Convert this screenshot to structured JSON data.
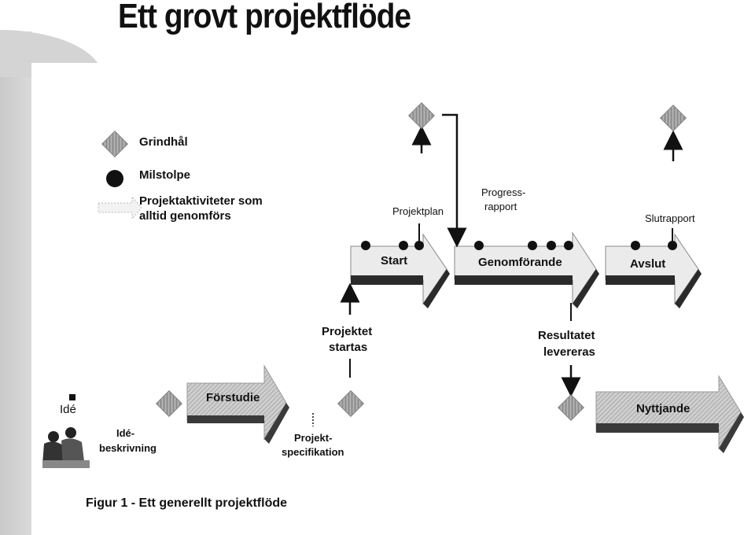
{
  "title": "Ett grovt projektflöde",
  "legend": {
    "gate": "Grindhål",
    "milestone": "Milstolpe",
    "activities_line1": "Projektaktiviteter som",
    "activities_line2": "alltid genomförs"
  },
  "phases": {
    "start": "Start",
    "execution": "Genomförande",
    "closing": "Avslut",
    "prestudy": "Förstudie",
    "benefit": "Nyttjande"
  },
  "documents": {
    "project_plan": "Projektplan",
    "progress_line1": "Progress-",
    "progress_line2": "rapport",
    "final_report": "Slutrapport",
    "spec_line1": "Projekt-",
    "spec_line2": "specifikation",
    "idea_desc_line1": "Idé-",
    "idea_desc_line2": "beskrivning"
  },
  "events": {
    "started_line1": "Projektet",
    "started_line2": "startas",
    "delivered_line1": "Resultatet",
    "delivered_line2": "levereras"
  },
  "idea": "Idé",
  "caption": "Figur 1 - Ett generellt projektflöde"
}
